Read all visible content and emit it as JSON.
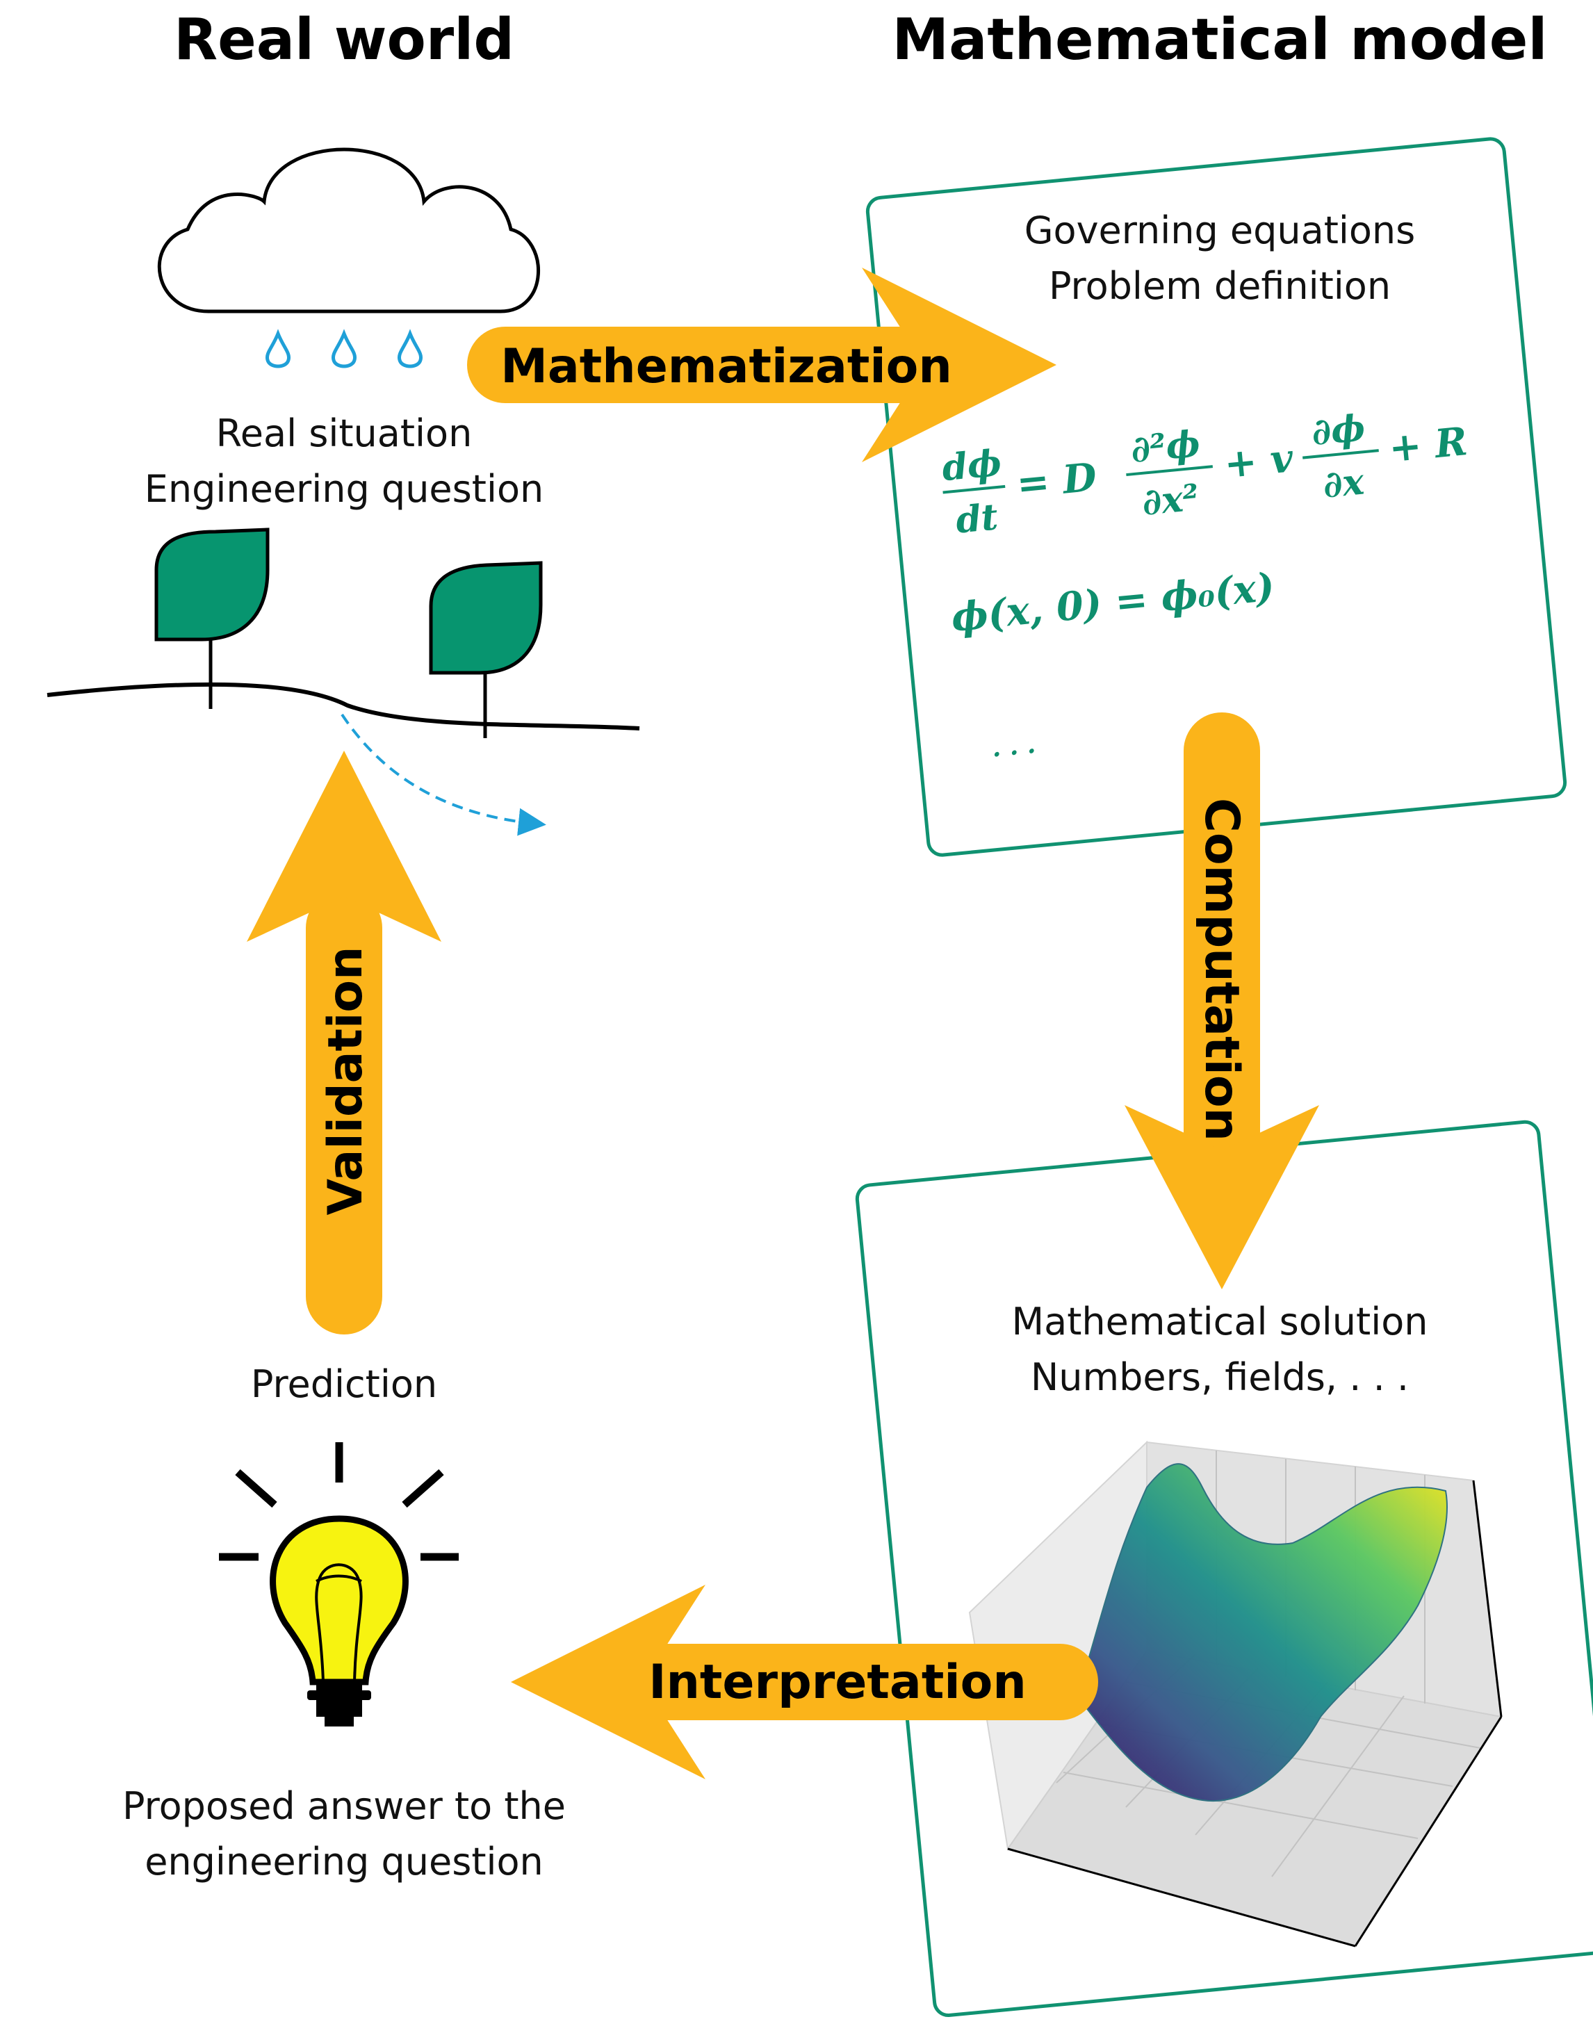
{
  "headings": {
    "real_world": "Real world",
    "math_model": "Mathematical model"
  },
  "real_situation": {
    "line1": "Real situation",
    "line2": "Engineering question"
  },
  "model_box": {
    "line1": "Governing equations",
    "line2": "Problem definition",
    "equation_lhs_num": "dϕ",
    "equation_lhs_den": "dt",
    "equation_eq": "= D",
    "equation_frac1_num": "∂²ϕ",
    "equation_frac1_den": "∂x²",
    "equation_plus_v": "+ v",
    "equation_frac2_num": "∂ϕ",
    "equation_frac2_den": "∂x",
    "equation_plus_r": "+ R",
    "initial_condition": "ϕ(x, 0) = ϕ₀(x)",
    "ellipsis": "· · ·"
  },
  "solution_box": {
    "line1": "Mathematical solution",
    "line2": "Numbers, fields, . . ."
  },
  "prediction": {
    "label": "Prediction",
    "answer_line1": "Proposed answer to the",
    "answer_line2": "engineering question"
  },
  "arrows": {
    "mathematization": "Mathematization",
    "computation": "Computation",
    "interpretation": "Interpretation",
    "validation": "Validation"
  },
  "icons": {
    "cloud": "cloud-icon",
    "rain": "raindrop-icon",
    "tree": "tree-icon",
    "water_flow": "water-flow-icon",
    "lightbulb": "lightbulb-icon",
    "surface_plot": "surface-plot-icon"
  },
  "colors": {
    "arrow": "#fbb41a",
    "box_border": "#109271",
    "math_text": "#0f8f6e",
    "leaf": "#07956f",
    "water": "#1fa0d8",
    "bulb": "#f7f310"
  }
}
